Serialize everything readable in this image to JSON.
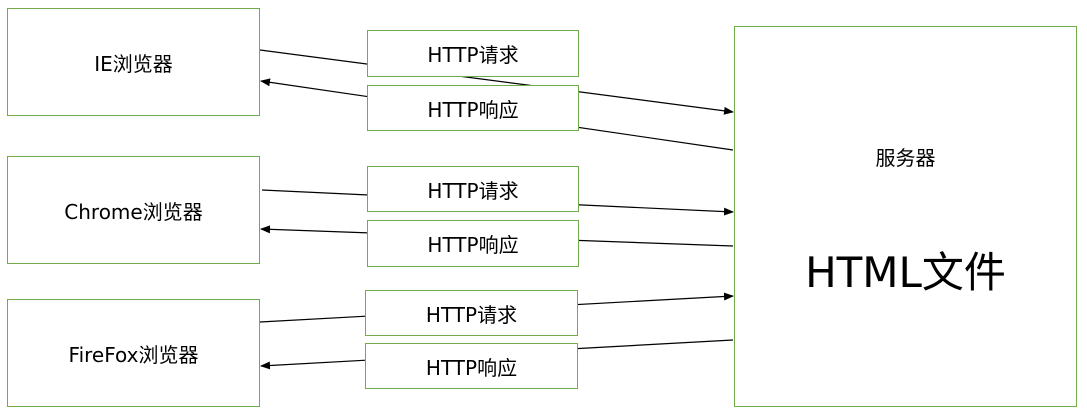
{
  "browsers": [
    {
      "label": "IE浏览器"
    },
    {
      "label": "Chrome浏览器"
    },
    {
      "label": "FireFox浏览器"
    }
  ],
  "messages": {
    "request": "HTTP请求",
    "response": "HTTP响应"
  },
  "server": {
    "label": "服务器",
    "file": "HTML文件"
  },
  "colors": {
    "box_border": "#70ad47",
    "arrow": "#000000"
  }
}
